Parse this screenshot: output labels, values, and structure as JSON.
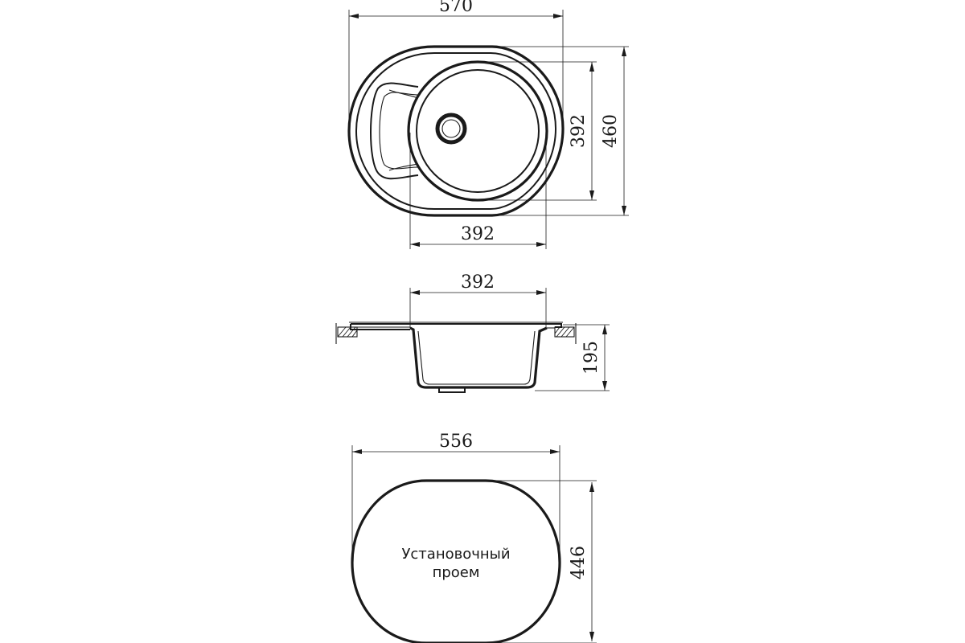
{
  "top_view": {
    "dims": {
      "overall_width": "570",
      "bowl_width": "392",
      "bowl_height": "392",
      "overall_height": "460"
    }
  },
  "side_view": {
    "dims": {
      "bowl_width": "392",
      "depth": "195"
    }
  },
  "cutout_view": {
    "dims": {
      "width": "556",
      "height": "446"
    },
    "label_line1": "Установочный",
    "label_line2": "проем"
  }
}
